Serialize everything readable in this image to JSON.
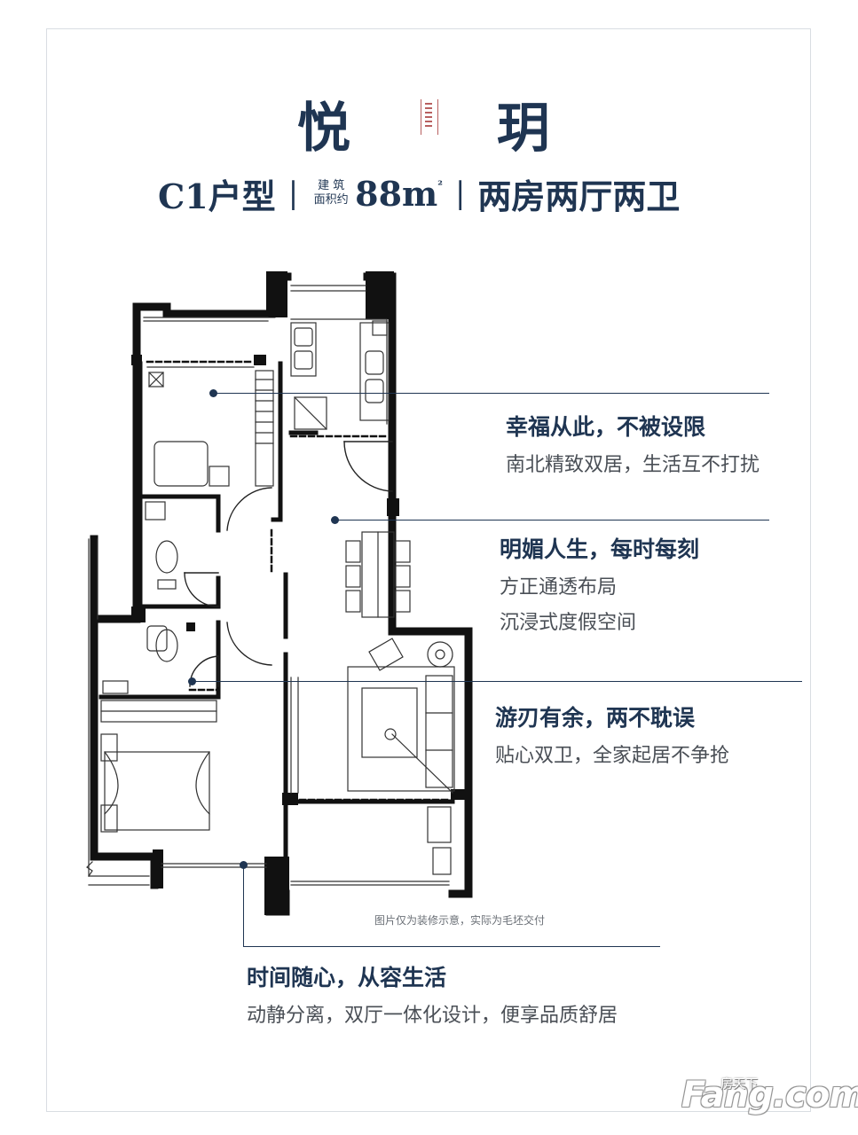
{
  "title": {
    "main": "悦 玥",
    "unit_type": "C1户型",
    "area_label_top": "建 筑",
    "area_label_bottom": "面积约",
    "area_value": "88m",
    "area_unit_sup": "²",
    "separator": "|",
    "rooms": "两房两厅两卫"
  },
  "features": [
    {
      "title": "幸福从此，不被设限",
      "lines": [
        "南北精致双居，生活互不打扰"
      ]
    },
    {
      "title": "明媚人生，每时每刻",
      "lines": [
        "方正通透布局",
        "沉浸式度假空间"
      ]
    },
    {
      "title": "游刃有余，两不耽误",
      "lines": [
        "贴心双卫，全家起居不争抢"
      ]
    },
    {
      "title": "时间随心，从容生活",
      "lines": [
        "动静分离，双厅一体化设计，便享品质舒居"
      ]
    }
  ],
  "note": "图片仅为装修示意，实际为毛坯交付",
  "watermark": {
    "text": "Fang.com",
    "cn": "房天下"
  },
  "colors": {
    "primary": "#1f3552",
    "body_text": "#4a4f56",
    "wall": "#111111"
  }
}
